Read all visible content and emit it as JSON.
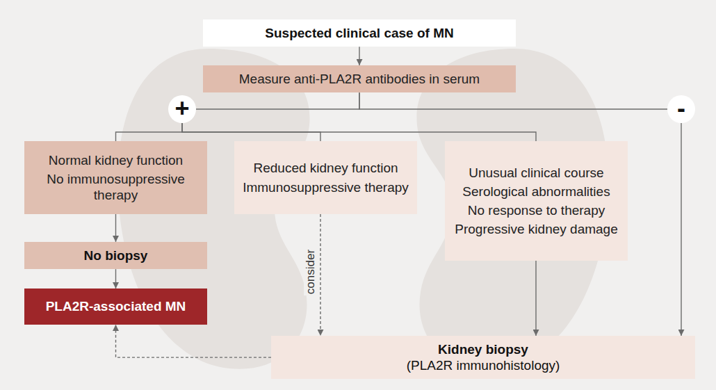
{
  "diagram": {
    "nodes": [
      {
        "text": [
          "Suspected clinical case of MN"
        ]
      },
      {
        "text": [
          "Measure anti-PLA2R antibodies in serum"
        ]
      },
      {
        "text": [
          "+"
        ]
      },
      {
        "text": [
          "-"
        ]
      },
      {
        "text": [
          "Normal kidney function",
          "No immunosuppressive therapy"
        ]
      },
      {
        "text": [
          "Reduced kidney function",
          "Immunosuppressive therapy"
        ]
      },
      {
        "text": [
          "Unusual clinical course",
          "Serological abnormalities",
          "No response to therapy",
          "Progressive kidney damage"
        ]
      },
      {
        "text": [
          "No biopsy"
        ]
      },
      {
        "text": [
          "PLA2R-associated MN"
        ]
      },
      {
        "text": [
          "Kidney biopsy",
          "(PLA2R immunohistology)"
        ]
      }
    ],
    "edges": [
      {
        "from": 0,
        "to": 1,
        "arrow": "to"
      },
      {
        "from": 1,
        "to": 2,
        "arrow": "none"
      },
      {
        "from": 1,
        "to": 3,
        "arrow": "none"
      },
      {
        "from": 2,
        "to": 4,
        "arrow": "none"
      },
      {
        "from": 2,
        "to": 5,
        "arrow": "none"
      },
      {
        "from": 2,
        "to": 6,
        "arrow": "none"
      },
      {
        "from": 4,
        "to": 7,
        "arrow": "to"
      },
      {
        "from": 7,
        "to": 8,
        "arrow": "to"
      },
      {
        "from": 5,
        "to": 9,
        "arrow": "to",
        "label": "consider"
      },
      {
        "from": 6,
        "to": 9,
        "arrow": "to"
      },
      {
        "from": 3,
        "to": 9,
        "arrow": "to"
      },
      {
        "from": 9,
        "to": 8,
        "arrow": "to"
      }
    ]
  }
}
